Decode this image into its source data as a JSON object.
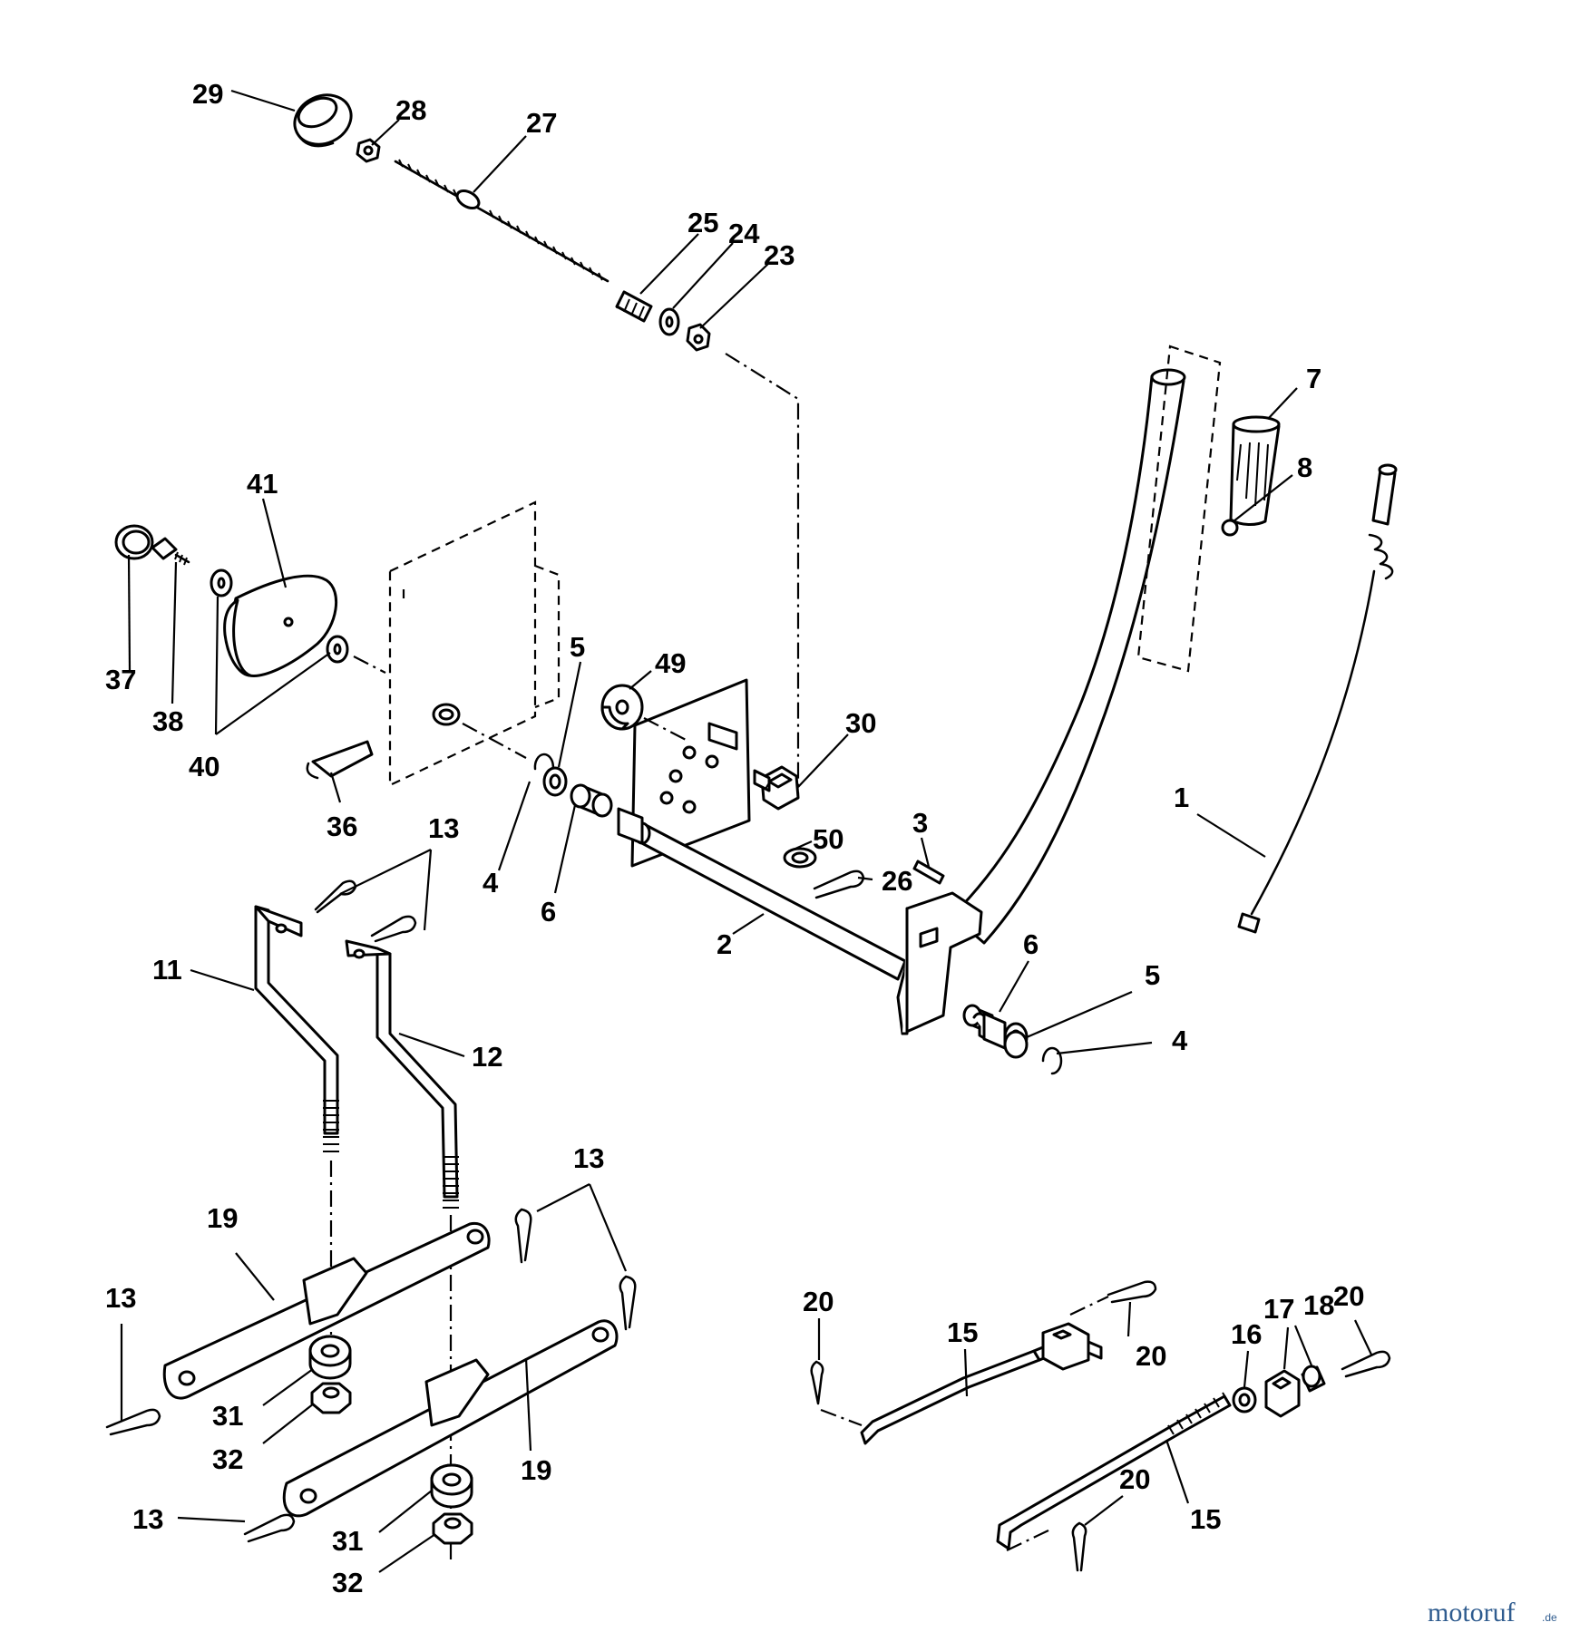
{
  "watermark": {
    "text": "motoruf",
    "suffix": ".de",
    "color": "#2f5c8f"
  },
  "callouts": [
    {
      "id": "c29",
      "label": "29"
    },
    {
      "id": "c28",
      "label": "28"
    },
    {
      "id": "c27",
      "label": "27"
    },
    {
      "id": "c25",
      "label": "25"
    },
    {
      "id": "c24",
      "label": "24"
    },
    {
      "id": "c23",
      "label": "23"
    },
    {
      "id": "c7",
      "label": "7"
    },
    {
      "id": "c8",
      "label": "8"
    },
    {
      "id": "c41",
      "label": "41"
    },
    {
      "id": "c37",
      "label": "37"
    },
    {
      "id": "c38",
      "label": "38"
    },
    {
      "id": "c40",
      "label": "40"
    },
    {
      "id": "c5a",
      "label": "5"
    },
    {
      "id": "c49",
      "label": "49"
    },
    {
      "id": "c30",
      "label": "30"
    },
    {
      "id": "c36",
      "label": "36"
    },
    {
      "id": "c13a",
      "label": "13"
    },
    {
      "id": "c4a",
      "label": "4"
    },
    {
      "id": "c6a",
      "label": "6"
    },
    {
      "id": "c50",
      "label": "50"
    },
    {
      "id": "c3",
      "label": "3"
    },
    {
      "id": "c26",
      "label": "26"
    },
    {
      "id": "c1",
      "label": "1"
    },
    {
      "id": "c2",
      "label": "2"
    },
    {
      "id": "c11",
      "label": "11"
    },
    {
      "id": "c12",
      "label": "12"
    },
    {
      "id": "c6b",
      "label": "6"
    },
    {
      "id": "c5b",
      "label": "5"
    },
    {
      "id": "c4b",
      "label": "4"
    },
    {
      "id": "c13b",
      "label": "13"
    },
    {
      "id": "c19a",
      "label": "19"
    },
    {
      "id": "c13c",
      "label": "13"
    },
    {
      "id": "c31a",
      "label": "31"
    },
    {
      "id": "c32a",
      "label": "32"
    },
    {
      "id": "c19b",
      "label": "19"
    },
    {
      "id": "c13d",
      "label": "13"
    },
    {
      "id": "c31b",
      "label": "31"
    },
    {
      "id": "c32b",
      "label": "32"
    },
    {
      "id": "c20a",
      "label": "20"
    },
    {
      "id": "c15a",
      "label": "15"
    },
    {
      "id": "c20b",
      "label": "20"
    },
    {
      "id": "c16",
      "label": "16"
    },
    {
      "id": "c17",
      "label": "17"
    },
    {
      "id": "c18",
      "label": "18"
    },
    {
      "id": "c20c",
      "label": "20"
    },
    {
      "id": "c20d",
      "label": "20"
    },
    {
      "id": "c15b",
      "label": "15"
    }
  ]
}
